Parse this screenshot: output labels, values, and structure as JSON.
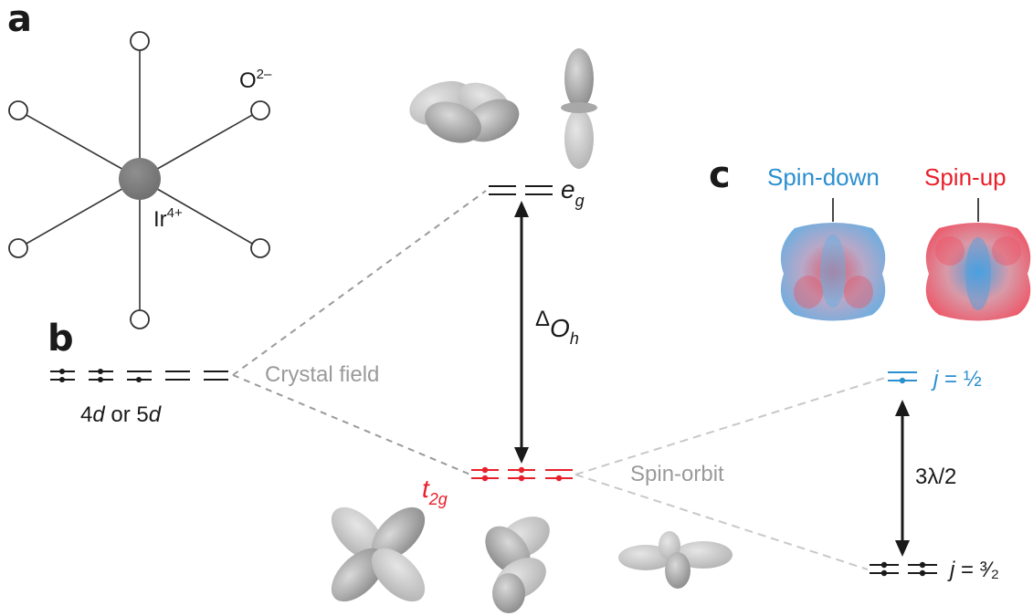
{
  "panels": {
    "a": "a",
    "b": "b",
    "c": "c"
  },
  "ligand_label": {
    "base": "O",
    "sup": "2–"
  },
  "metal_label": {
    "base": "Ir",
    "sup": "4+"
  },
  "shell_label": {
    "pre": "4",
    "d1": "d",
    "mid": " or 5",
    "d2": "d"
  },
  "crystal_field_label": "Crystal field",
  "spin_orbit_label": "Spin-orbit",
  "eg_label": {
    "base": "e",
    "sub": "g"
  },
  "t2g_label": {
    "base": "t",
    "sub": "2g"
  },
  "delta_label": {
    "base": "Δ",
    "sub": "O",
    "subsub": "h"
  },
  "j_half_label": {
    "pre": "j",
    "eq": " = ",
    "frac": "½"
  },
  "j_three_half_label": {
    "pre": "j",
    "eq": " = ",
    "frac": "³⁄₂"
  },
  "lambda_label": "3λ/2",
  "spin_down_label": "Spin-down",
  "spin_up_label": "Spin-up",
  "colors": {
    "red": "#e8202a",
    "blue": "#2b8fd0",
    "gray": "#9a9a9a",
    "dark": "#1a1a1a"
  }
}
